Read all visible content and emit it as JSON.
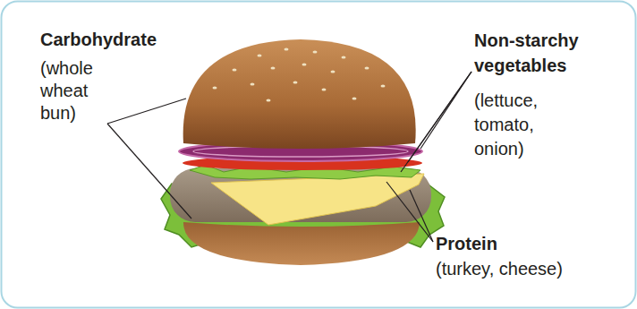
{
  "diagram": {
    "labels": [
      "Carbohydrate",
      "(whole wheat bun)",
      "Non-starchy vegetables",
      "(lettuce, tomato, onion)",
      "Protein",
      "(turkey, cheese)"
    ]
  }
}
